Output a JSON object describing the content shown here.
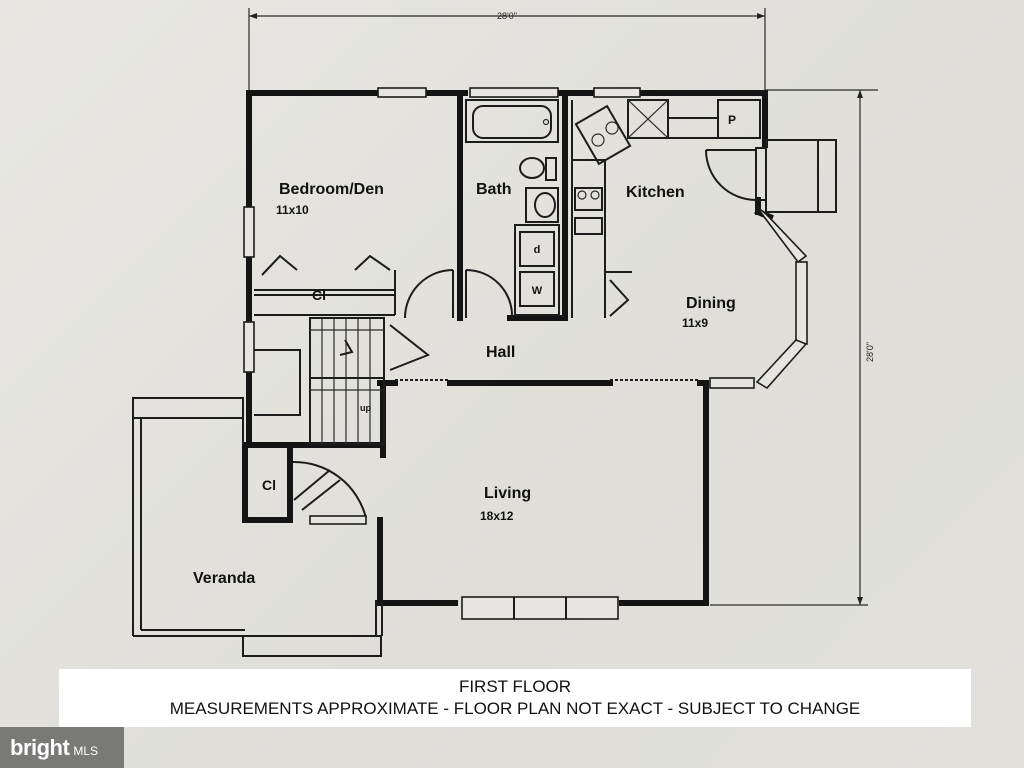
{
  "plan": {
    "dim_width": "28'0\"",
    "dim_depth": "28'0\"",
    "rooms": {
      "bedroom_name": "Bedroom/Den",
      "bedroom_size": "11x10",
      "bath_name": "Bath",
      "kitchen_name": "Kitchen",
      "pantry_label": "P",
      "dining_name": "Dining",
      "dining_size": "11x9",
      "hall_name": "Hall",
      "living_name": "Living",
      "living_size": "18x12",
      "veranda_name": "Veranda",
      "closet_upper": "Cl",
      "closet_lower": "Cl",
      "stair_label": "up",
      "dryer_label": "d",
      "washer_label": "W"
    }
  },
  "caption": {
    "line1": "FIRST FLOOR",
    "line2": "MEASUREMENTS APPROXIMATE - FLOOR PLAN NOT EXACT - SUBJECT TO CHANGE"
  },
  "watermark": {
    "brand": "bright",
    "suffix": "MLS"
  }
}
